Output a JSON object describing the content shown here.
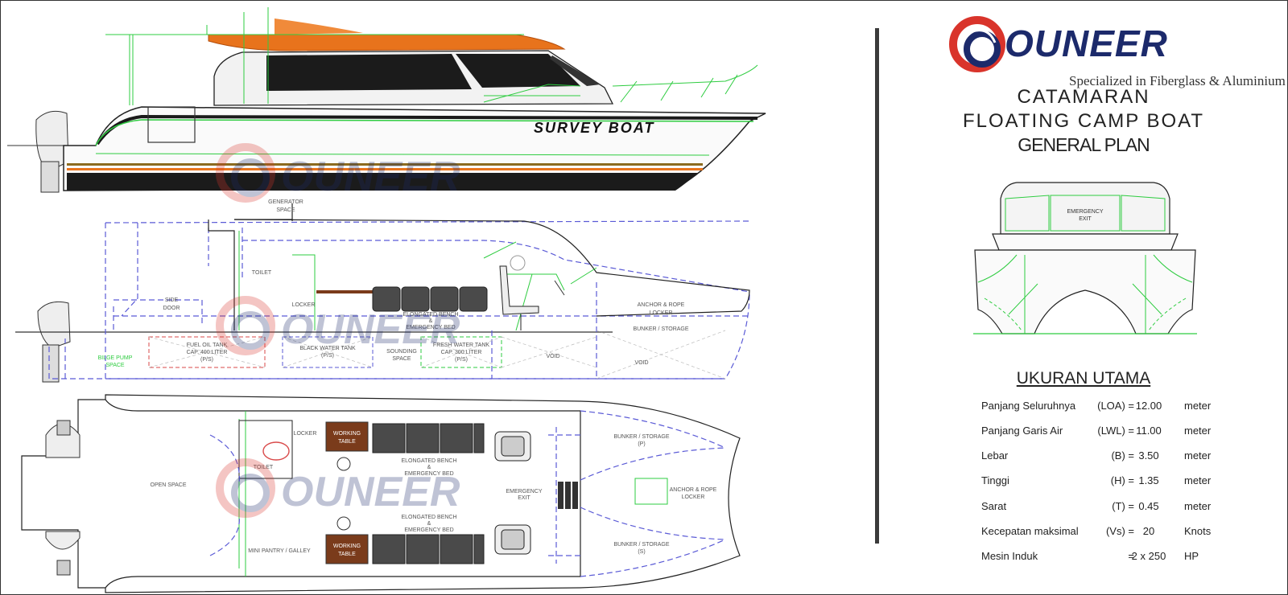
{
  "brand": {
    "name": "OUNEER",
    "tagline": "Specialized in Fiberglass & Aluminium Boat"
  },
  "title": {
    "line1": "CATAMARAN",
    "line2": "FLOATING CAMP BOAT",
    "line3": "GENERAL PLAN"
  },
  "colors": {
    "brand_blue": "#1c2a6b",
    "brand_red": "#d9342b",
    "roof_orange": "#e8731c",
    "outline_green": "#2ecc40",
    "dash_blue": "#5a5ad6",
    "divider": "#3b3b3b"
  },
  "side_view": {
    "hull_name": "SURVEY BOAT"
  },
  "profile_labels": {
    "generator": [
      "GENERATOR",
      "SPACE"
    ],
    "toilet": "TOILET",
    "side_door": [
      "SIDE",
      "DOOR"
    ],
    "locker": "LOCKER",
    "bench": [
      "ELONGATED BENCH",
      "&",
      "EMERGENCY BED"
    ],
    "anchor": [
      "ANCHOR & ROPE",
      "LOCKER"
    ],
    "bunker": "BUNKER / STORAGE",
    "void1": "VOID",
    "void2": "VOID",
    "bilge": [
      "BILGE PUMP",
      "SPACE"
    ],
    "fuel": [
      "FUEL OIL TANK",
      "CAP. 400 LITER",
      "(P/S)"
    ],
    "black": [
      "BLACK WATER TANK",
      "(P/S)"
    ],
    "sounding": [
      "SOUNDING",
      "SPACE"
    ],
    "fresh": [
      "FRESH WATER TANK",
      "CAP. 300 LITER",
      "(P/S)"
    ]
  },
  "plan_labels": {
    "open_space": "OPEN SPACE",
    "toilet": "TOILET",
    "locker": "LOCKER",
    "working_table_1": [
      "WORKING",
      "TABLE"
    ],
    "working_table_2": [
      "WORKING",
      "TABLE"
    ],
    "bench_top": [
      "ELONGATED BENCH",
      "&",
      "EMERGENCY BED"
    ],
    "bench_bottom": [
      "ELONGATED BENCH",
      "&",
      "EMERGENCY BED"
    ],
    "emergency_exit": [
      "EMERGENCY",
      "EXIT"
    ],
    "bunker_p": [
      "BUNKER / STORAGE",
      "(P)"
    ],
    "bunker_s": [
      "BUNKER / STORAGE",
      "(S)"
    ],
    "anchor": [
      "ANCHOR & ROPE",
      "LOCKER"
    ],
    "pantry": "MINI PANTRY / GALLEY"
  },
  "front_view": {
    "emergency_exit": [
      "EMERGENCY",
      "EXIT"
    ]
  },
  "specs": {
    "title": "UKURAN UTAMA",
    "rows": [
      {
        "label": "Panjang Seluruhnya",
        "symbol": "(LOA) =",
        "value": "12.00",
        "unit": "meter"
      },
      {
        "label": "Panjang Garis Air",
        "symbol": "(LWL) =",
        "value": "11.00",
        "unit": "meter"
      },
      {
        "label": "Lebar",
        "symbol": "(B) =",
        "value": "3.50",
        "unit": "meter"
      },
      {
        "label": "Tinggi",
        "symbol": "(H) =",
        "value": "1.35",
        "unit": "meter"
      },
      {
        "label": "Sarat",
        "symbol": "(T) =",
        "value": "0.45",
        "unit": "meter"
      },
      {
        "label": "Kecepatan maksimal",
        "symbol": "(Vs) =",
        "value": "20",
        "unit": "Knots"
      },
      {
        "label": "Mesin Induk",
        "symbol": "=",
        "value": "2 x 250",
        "unit": "HP"
      }
    ]
  }
}
